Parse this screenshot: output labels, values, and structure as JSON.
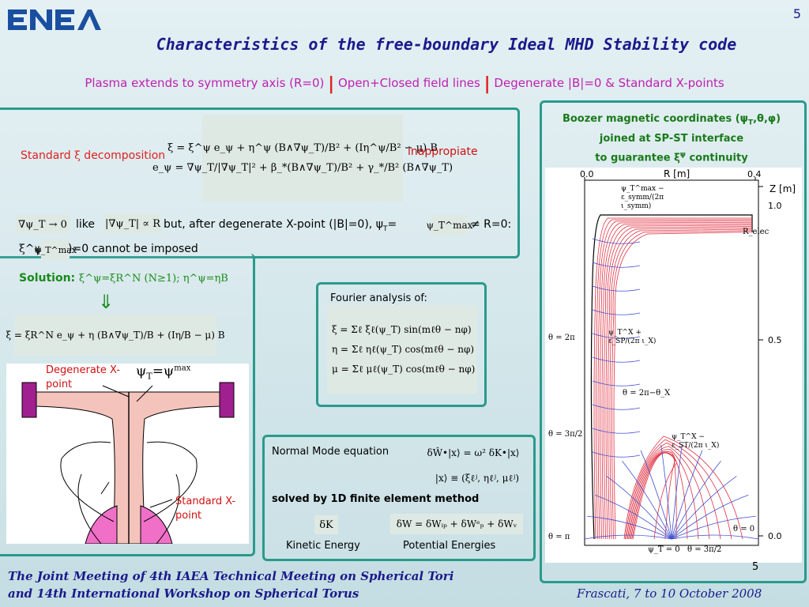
{
  "slide": {
    "page_number": "5",
    "logo_text": "ENEA",
    "title": "Characteristics of the free-boundary Ideal MHD Stability code",
    "subtitle": {
      "part1": "Plasma extends to symmetry axis (R=0)",
      "part2": "Open+Closed field lines",
      "part3": "Degenerate |B|=0 & Standard X-points",
      "separator": "|"
    }
  },
  "left_panel": {
    "standard_label": "Standard ",
    "xi_symbol": "ξ",
    "decomposition_label": " decomposition",
    "eq_xi": "ξ = ξ^ψ e_ψ + η^ψ (B∧∇ψ_T)/B² + (Iη^ψ/B² − μ) B",
    "eq_e": "e_ψ = ∇ψ_T/|∇ψ_T|² + β_*(B∧∇ψ_T)/B² + γ_*/B² (B∧∇ψ_T)",
    "inappropriate": "inappropiate",
    "grad_eq": "∇ψ_T → 0",
    "like": "like",
    "abs_eq": "|∇ψ_T| ∝ R",
    "but_after": "but, after degenerate X-point (|B|=0), ψ",
    "psi_sub": "T",
    "equals": "=",
    "psi_max": "ψ_T^max",
    "neq_r0": "≠ R=0:",
    "xi_psi": "ξ^ψ(",
    "psi_max2": "ψ_T^max",
    "cannot": ")=0 cannot be imposed",
    "solution_label": "Solution:",
    "solution_eq": "ξ^ψ=ξR^N (N≥1); η^ψ=ηB",
    "arrow": "⇓",
    "eq_new": "ξ = ξR^N e_ψ + η (B∧∇ψ_T)/B + (Iη/B − μ) B"
  },
  "xpoint_diagram": {
    "degenerate_label": "Degenerate X-point",
    "psi_label": "ψ",
    "psi_sub": "T",
    "equals": "=ψ",
    "max_sup": "max",
    "standard_label": "Standard X-point"
  },
  "fourier": {
    "title": "Fourier analysis of:",
    "eq1": "ξ = Σℓ ξℓ(ψ_T) sin(mℓθ − nφ)",
    "eq2": "η = Σℓ ηℓ(ψ_T) cos(mℓθ − nφ)",
    "eq3": "μ = Σℓ μℓ(ψ_T) cos(mℓθ − nφ)"
  },
  "normal_mode": {
    "label": "Normal Mode equation",
    "eq": "δŴ•|x⟩ = ω² δK•|x⟩",
    "x_def": "|x⟩ ≡ (ξℓʲ, ηℓʲ, μℓʲ)",
    "method": "solved by 1D finite element method",
    "dk": "δK",
    "dw": "δW = δWᵢₚ + δWᵉₚ + δWᵥ",
    "kinetic": "Kinetic Energy",
    "potential": "Potential Energies"
  },
  "boozer": {
    "line1": "Boozer magnetic coordinates (ψ",
    "line1_sub": "T",
    "line1_end": ",θ,φ)",
    "line2": "joined at SP-ST interface",
    "line3": "to guarantee ξ",
    "line3_sup": "ψ",
    "line3_end": " continuity",
    "plot": {
      "x_axis_label": "R [m]",
      "y_axis_label": "Z [m]",
      "x_ticks": [
        "0.0",
        "0.4"
      ],
      "y_ticks": [
        "1.0",
        "0.5",
        "0.0"
      ],
      "ann_symm": "ψ_T^max − ε_symm/(2π ι_symm)",
      "ann_relec": "R_elec",
      "ann_sp": "ψ_T^X + ε_SP/(2π ι_X)",
      "ann_st": "ψ_T^X − ε_ST/(2π ι_X)",
      "ann_theta_2pi": "θ = 2π",
      "ann_theta_2pi_minus": "θ = 2π−θ_X",
      "ann_theta_3pi2": "θ = 3π/2",
      "ann_theta_pi": "θ = π",
      "ann_theta_0": "θ = 0",
      "ann_psi0": "ψ_T = 0",
      "ann_theta_3pi2_b": "θ = 3π/2",
      "inner_page": "5"
    }
  },
  "footer": {
    "line1": "The Joint Meeting of 4th IAEA Technical Meeting on Spherical Tori",
    "line2": "and 14th International Workshop on Spherical Torus",
    "date": "Frascati, 7 to 10 October 2008"
  },
  "colors": {
    "title": "#1a1a8c",
    "subtitle": "#c020b0",
    "accent_red": "#e02020",
    "frame": "#2a9a8c",
    "solution_green": "#1a8a1a",
    "equation_bg": "#dfe9e4"
  }
}
